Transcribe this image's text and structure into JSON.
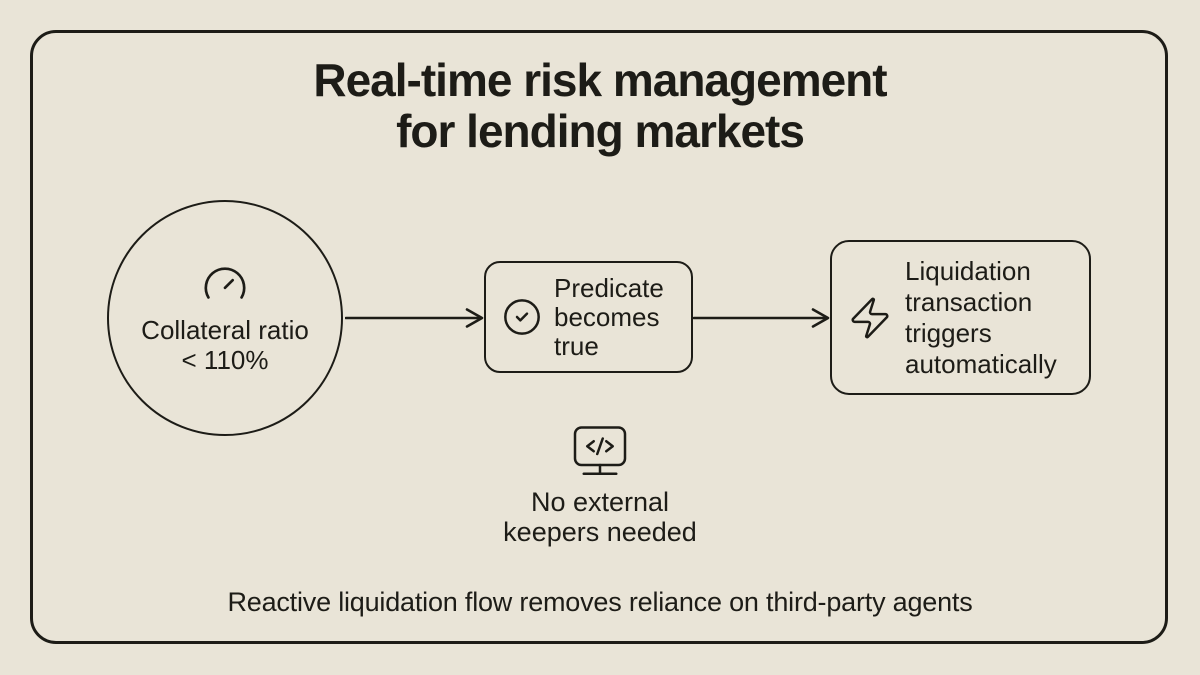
{
  "colors": {
    "background": "#e9e4d7",
    "ink": "#1d1c17"
  },
  "title": {
    "line1": "Real-time risk management",
    "line2": "for lending markets"
  },
  "flow": {
    "steps": [
      {
        "shape": "circle",
        "icon": "gauge-icon",
        "label": "Collateral ratio\n< 110%"
      },
      {
        "shape": "rounded-rectangle",
        "icon": "check-circle-icon",
        "label": "Predicate\nbecomes\ntrue"
      },
      {
        "shape": "rounded-rectangle",
        "icon": "lightning-bolt-icon",
        "label": "Liquidation\ntransaction\ntriggers\nautomatically"
      }
    ],
    "connectors": [
      "arrow-right",
      "arrow-right"
    ]
  },
  "note": {
    "icon": "code-monitor-icon",
    "label": "No external\nkeepers needed"
  },
  "caption": "Reactive liquidation flow removes reliance on third-party agents"
}
